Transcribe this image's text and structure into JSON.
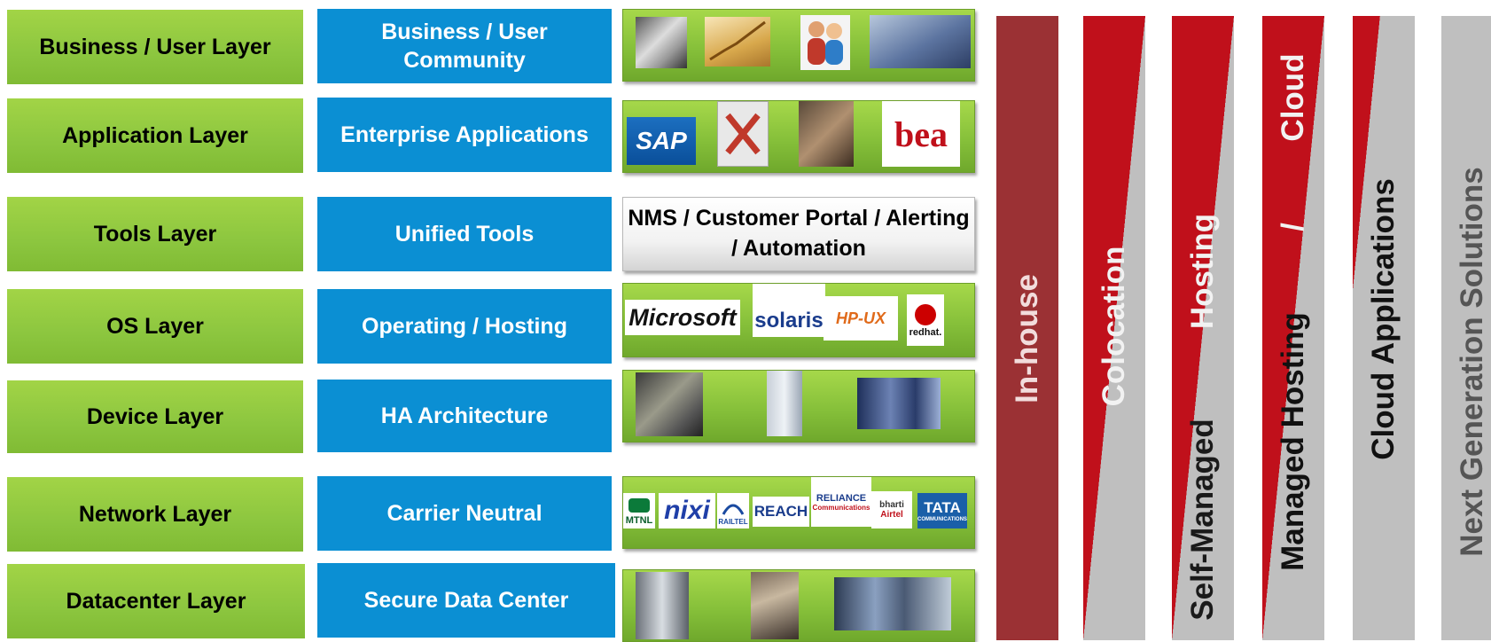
{
  "layers": [
    {
      "name": "Business / User Layer",
      "category": "Business / User Community"
    },
    {
      "name": "Application Layer",
      "category": "Enterprise Applications"
    },
    {
      "name": "Tools Layer",
      "category": "Unified Tools"
    },
    {
      "name": "OS Layer",
      "category": "Operating / Hosting"
    },
    {
      "name": "Device Layer",
      "category": "HA Architecture"
    },
    {
      "name": "Network Layer",
      "category": "Carrier Neutral"
    },
    {
      "name": "Datacenter Layer",
      "category": "Secure Data Center"
    }
  ],
  "tools_strip_text": "NMS / Customer Portal / Alerting / Automation",
  "logos": {
    "sap": "SAP",
    "bea": "bea",
    "microsoft": "Microsoft",
    "solaris": "solaris",
    "hpux": "HP-UX",
    "redhat": "redhat.",
    "mtnl": "MTNL",
    "nixi": "nixi",
    "railtel": "RAILTEL",
    "reach": "REACH",
    "reliance": "RELIANCE",
    "reliance_sub": "Communications",
    "bharti": "bharti",
    "airtel": "Airtel",
    "tata": "TATA",
    "tata_sub": "COMMUNICATIONS"
  },
  "service_columns": [
    {
      "label": "In-house"
    },
    {
      "label": "Colocation"
    },
    {
      "label": "Self-Managed",
      "label2": "Hosting"
    },
    {
      "label": "Managed Hosting",
      "label2": "/",
      "label3": "Cloud"
    },
    {
      "label": "Cloud Applications"
    },
    {
      "label": "Next Generation Solutions"
    }
  ],
  "colors": {
    "green": "#8cc63f",
    "blue": "#0b8fd3",
    "red": "#c0101b",
    "dark_red": "#9b3134",
    "grey": "#bfbfbf"
  }
}
